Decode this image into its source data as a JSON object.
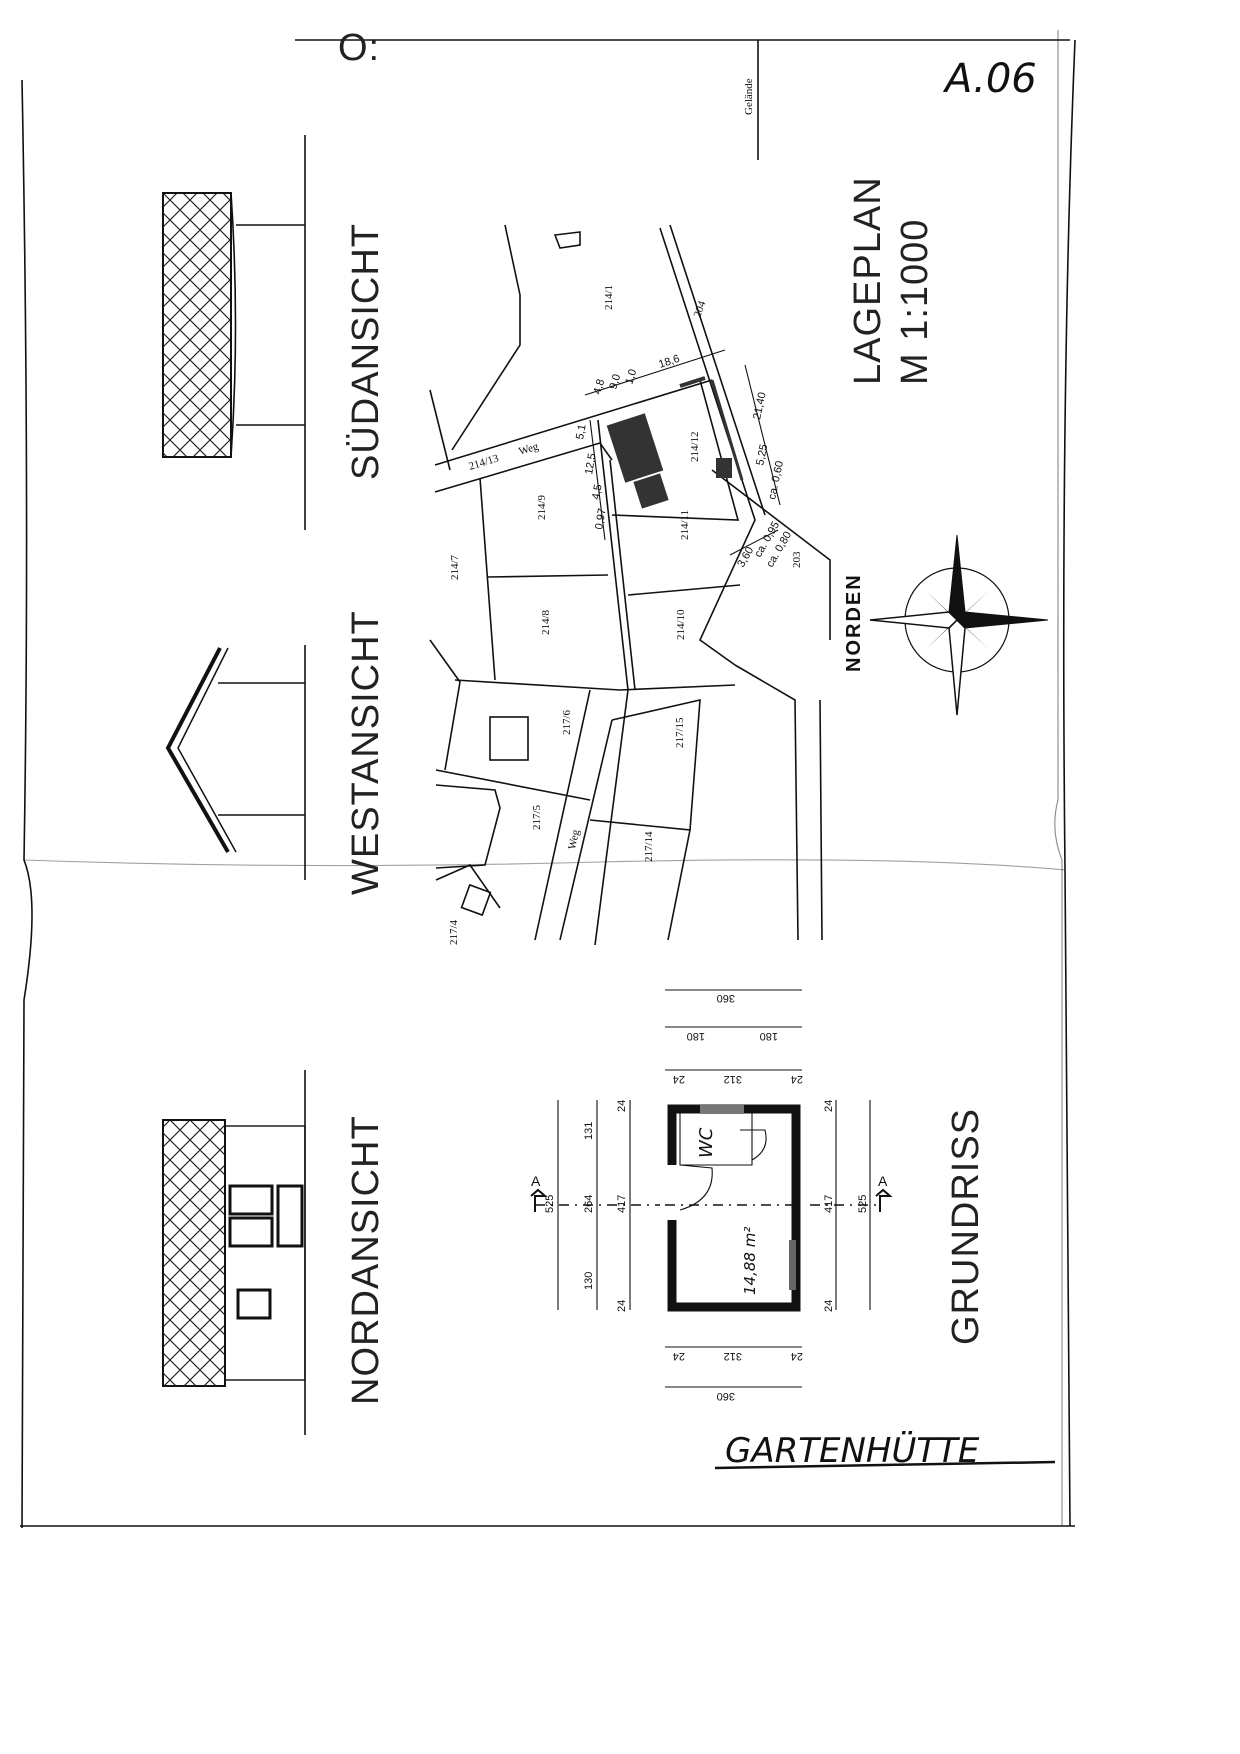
{
  "sheet": {
    "number": "A.06",
    "label_terrain": "Gelände",
    "handwritten_title": "GARTENHÜTTE",
    "corner_mark": "O:"
  },
  "views": {
    "south": "SÜDANSICHT",
    "west": "WESTANSICHT",
    "north": "NORDANSICHT",
    "floorplan": "GRUNDRISS"
  },
  "siteplan": {
    "title": "LAGEPLAN",
    "scale": "M 1:1000",
    "north_label": "NORDEN",
    "parcels": [
      "214/1",
      "204",
      "214/12",
      "214/13",
      "Weg",
      "214/9",
      "214/11",
      "214/7",
      "214/8",
      "214/10",
      "203",
      "217/6",
      "217/15",
      "217/5",
      "217/14",
      "Weg",
      "217/4"
    ],
    "dimensions": [
      "4,8",
      "9,0",
      "1,0",
      "18,6",
      "5,1",
      "12,5",
      "0,97",
      "4,5",
      "21,40",
      "5,25",
      "ca. 0,60",
      "3,60",
      "ca. 0,95",
      "ca. 0,80"
    ]
  },
  "floorplan": {
    "room_wc": "WC",
    "area": "14,88 m²",
    "section_mark": "A",
    "top_dims": [
      "360",
      "180",
      "180",
      "24",
      "312",
      "24"
    ],
    "left_dims": [
      "525",
      "131",
      "264",
      "130",
      "24",
      "417",
      "24"
    ],
    "right_dims": [
      "24",
      "417",
      "24",
      "525"
    ],
    "bottom_dims": [
      "24",
      "312",
      "24",
      "360"
    ]
  },
  "colors": {
    "ink": "#111111",
    "fill_building": "#333333"
  }
}
